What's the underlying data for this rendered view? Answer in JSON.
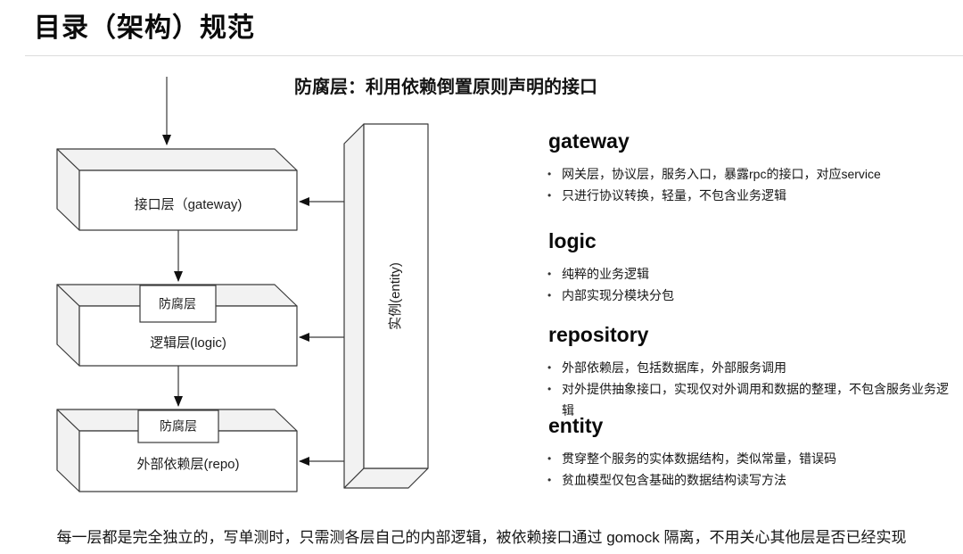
{
  "slide": {
    "title": "目录（架构）规范",
    "subtitle": "防腐层：利用依赖倒置原则声明的接口",
    "footer": "每一层都是完全独立的，写单测时，只需测各层自己的内部逻辑，被依赖接口通过 gomock 隔离，不用关心其他层是否已经实现"
  },
  "diagram": {
    "gateway_box_label": "接口层（gateway)",
    "logic_box_label": "逻辑层(logic)",
    "repo_box_label": "外部依赖层(repo)",
    "entity_box_label": "实例(entity)",
    "acl_label_logic": "防腐层",
    "acl_label_repo": "防腐层"
  },
  "sections": [
    {
      "heading": "gateway",
      "bullets": [
        "网关层，协议层，服务入口，暴露rpc的接口，对应service",
        "只进行协议转换，轻量，不包含业务逻辑"
      ]
    },
    {
      "heading": "logic",
      "bullets": [
        "纯粹的业务逻辑",
        "内部实现分模块分包"
      ]
    },
    {
      "heading": "repository",
      "bullets": [
        "外部依赖层，包括数据库，外部服务调用",
        "对外提供抽象接口，实现仅对外调用和数据的整理，不包含服务业务逻辑"
      ]
    },
    {
      "heading": "entity",
      "bullets": [
        "贯穿整个服务的实体数据结构，类似常量，错误码",
        "贫血模型仅包含基础的数据结构读写方法"
      ]
    }
  ],
  "colors": {
    "background": "#ffffff",
    "text": "#111111",
    "diagram_stroke": "#3a3a3a",
    "box_shade_face": "#f2f2f2",
    "divider": "#dcdcdc"
  }
}
